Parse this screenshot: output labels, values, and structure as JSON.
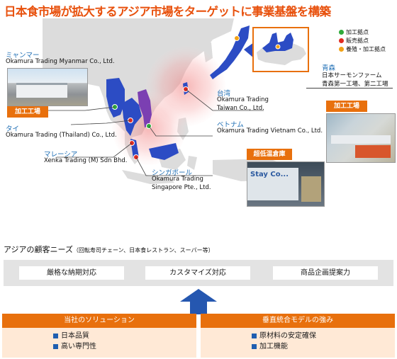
{
  "title": "日本食市場が拡大するアジア市場をターゲットに事業基盤を構築",
  "legend": [
    {
      "label": "加工拠点",
      "color": "#2eaa3a"
    },
    {
      "label": "販売拠点",
      "color": "#e02b20"
    },
    {
      "label": "養殖・加工拠点",
      "color": "#f2a216"
    }
  ],
  "locations": {
    "myanmar": {
      "jp": "ミャンマー",
      "en": "Okamura Trading Myanmar Co., Ltd."
    },
    "thailand": {
      "jp": "タイ",
      "en": "Okamura Trading (Thailand) Co., Ltd."
    },
    "malaysia": {
      "jp": "マレーシア",
      "en": "Xenka Trading (M) Sdn Bhd."
    },
    "singapore": {
      "jp": "シンガポール",
      "en1": "Okamura Trading",
      "en2": "Singapore Pte., Ltd."
    },
    "taiwan": {
      "jp": "台湾",
      "en1": "Okamura Trading",
      "en2": "Taiwan Co., Ltd."
    },
    "vietnam": {
      "jp": "ベトナム",
      "en": "Okamura Trading Vietnam Co., Ltd."
    },
    "aomori": {
      "jp": "青森",
      "en1": "日本サーモンファーム",
      "en2": "青森第一工場、第二工場"
    }
  },
  "photo_tags": {
    "myanmar_factory": "加工工場",
    "vietnam_factory": "加工工場",
    "cold_storage": "超低温倉庫"
  },
  "photo_text": {
    "container": "Stay Co..."
  },
  "needs": {
    "title": "アジアの顧客ニーズ",
    "subtitle": "（回転寿司チェーン、日本食レストラン、スーパー等）",
    "items": [
      "厳格な納期対応",
      "カスタマイズ対応",
      "商品企画提案力"
    ]
  },
  "solutions": {
    "left": {
      "title": "当社のソリューション",
      "items": [
        "日本品質",
        "高い専門性"
      ]
    },
    "right": {
      "title": "垂直統合モデルの強み",
      "items": [
        "原材料の安定確保",
        "加工機能"
      ]
    }
  },
  "colors": {
    "accent": "#e8700d",
    "title": "#e8510d",
    "label_blue": "#1f6fb5",
    "map_land": "#dcdcdc",
    "map_sea": "#ffffff",
    "highlight_land": "#2c4cc4",
    "bullet": "#1f5eb0"
  }
}
